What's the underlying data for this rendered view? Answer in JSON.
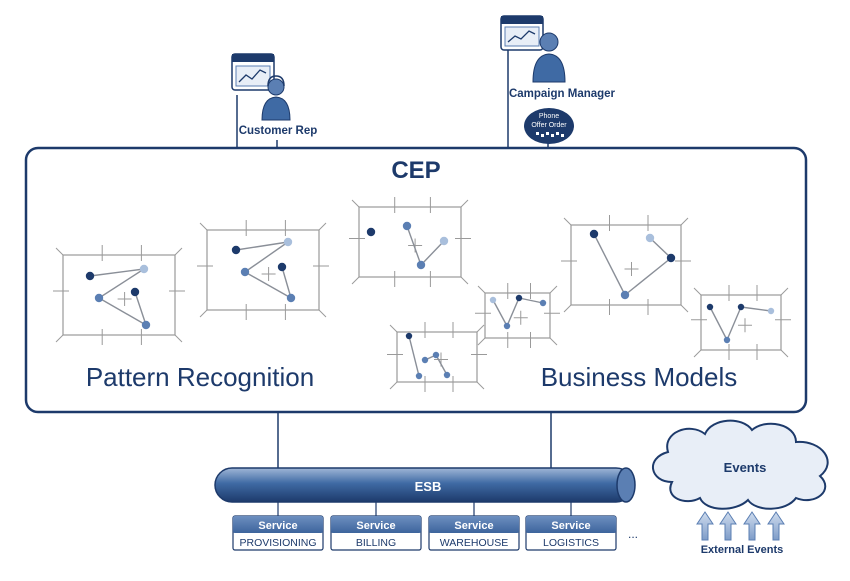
{
  "actors": {
    "customer_rep": "Customer Rep",
    "campaign_manager": "Campaign Manager"
  },
  "channel_badge": {
    "line1": "Phone",
    "line2": "Offer Order"
  },
  "cep": {
    "title": "CEP",
    "left_label": "Pattern Recognition",
    "right_label": "Business Models"
  },
  "esb": {
    "label": "ESB"
  },
  "services": [
    {
      "title": "Service",
      "name": "PROVISIONING"
    },
    {
      "title": "Service",
      "name": "BILLING"
    },
    {
      "title": "Service",
      "name": "WAREHOUSE"
    },
    {
      "title": "Service",
      "name": "LOGISTICS"
    }
  ],
  "services_more": "...",
  "events_cloud": {
    "label": "Events"
  },
  "external_events": "External Events",
  "colors": {
    "navy": "#1d3a6b",
    "mid_blue": "#5b7fb3",
    "light_blue": "#a9bfdc",
    "pale_fill": "#e8eef7",
    "grid": "#9a9a9a",
    "line": "#8a8f98"
  },
  "icons": [
    "monitor-icon",
    "person-icon",
    "cloud-icon",
    "up-arrow-icon"
  ]
}
